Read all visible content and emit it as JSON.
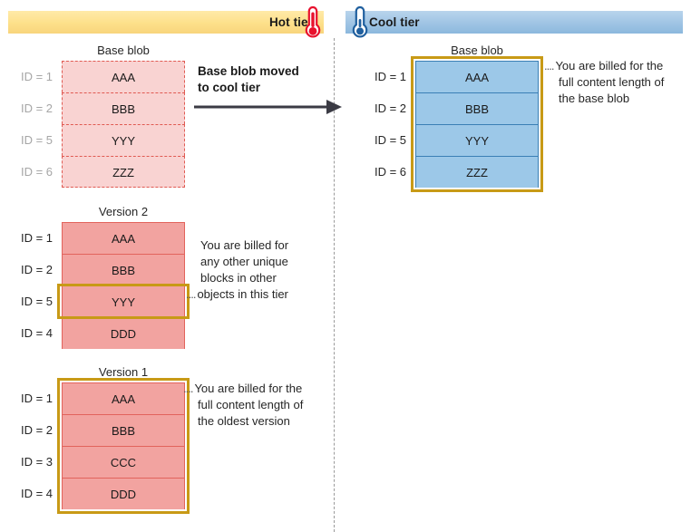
{
  "tiers": {
    "hot": {
      "label": "Hot tier",
      "icon": "thermometer-hot-icon",
      "banner_color": "#fde08a"
    },
    "cool": {
      "label": "Cool tier",
      "icon": "thermometer-cool-icon",
      "banner_color": "#9fc4e4"
    }
  },
  "transition": {
    "label_line1": "Base blob moved",
    "label_line2": "to cool tier",
    "arrow": "right-arrow-icon"
  },
  "highlight_color": "#c89a16",
  "hot_tier": {
    "base_blob": {
      "caption": "Base blob",
      "style": "dashed",
      "ids_faded": true,
      "highlight": "none",
      "rows": [
        {
          "id": "ID = 1",
          "block": "AAA"
        },
        {
          "id": "ID = 2",
          "block": "BBB"
        },
        {
          "id": "ID = 5",
          "block": "YYY"
        },
        {
          "id": "ID = 6",
          "block": "ZZZ"
        }
      ]
    },
    "version2": {
      "caption": "Version 2",
      "style": "pink",
      "ids_faded": false,
      "highlight": "row",
      "highlight_row_index": 2,
      "rows": [
        {
          "id": "ID = 1",
          "block": "AAA"
        },
        {
          "id": "ID = 2",
          "block": "BBB"
        },
        {
          "id": "ID = 5",
          "block": "YYY"
        },
        {
          "id": "ID = 4",
          "block": "DDD"
        }
      ]
    },
    "version1": {
      "caption": "Version 1",
      "style": "pink",
      "ids_faded": false,
      "highlight": "all",
      "rows": [
        {
          "id": "ID = 1",
          "block": "AAA"
        },
        {
          "id": "ID = 2",
          "block": "BBB"
        },
        {
          "id": "ID = 3",
          "block": "CCC"
        },
        {
          "id": "ID = 4",
          "block": "DDD"
        }
      ]
    }
  },
  "cool_tier": {
    "base_blob": {
      "caption": "Base blob",
      "style": "blue",
      "ids_faded": false,
      "highlight": "all",
      "rows": [
        {
          "id": "ID = 1",
          "block": "AAA"
        },
        {
          "id": "ID = 2",
          "block": "BBB"
        },
        {
          "id": "ID = 5",
          "block": "YYY"
        },
        {
          "id": "ID = 6",
          "block": "ZZZ"
        }
      ]
    }
  },
  "callouts": {
    "cool_base": {
      "lead": "....",
      "line1": "You are billed for the",
      "line2": "full content length of",
      "line3": "the base blob"
    },
    "version2": {
      "lead": "....",
      "line1": "You are billed for",
      "line2": "any other unique",
      "line3": "blocks in other",
      "line4": "objects in this tier"
    },
    "version1": {
      "lead": "....",
      "line1": "You are billed for the",
      "line2": "full content length of",
      "line3": "the oldest version"
    }
  }
}
